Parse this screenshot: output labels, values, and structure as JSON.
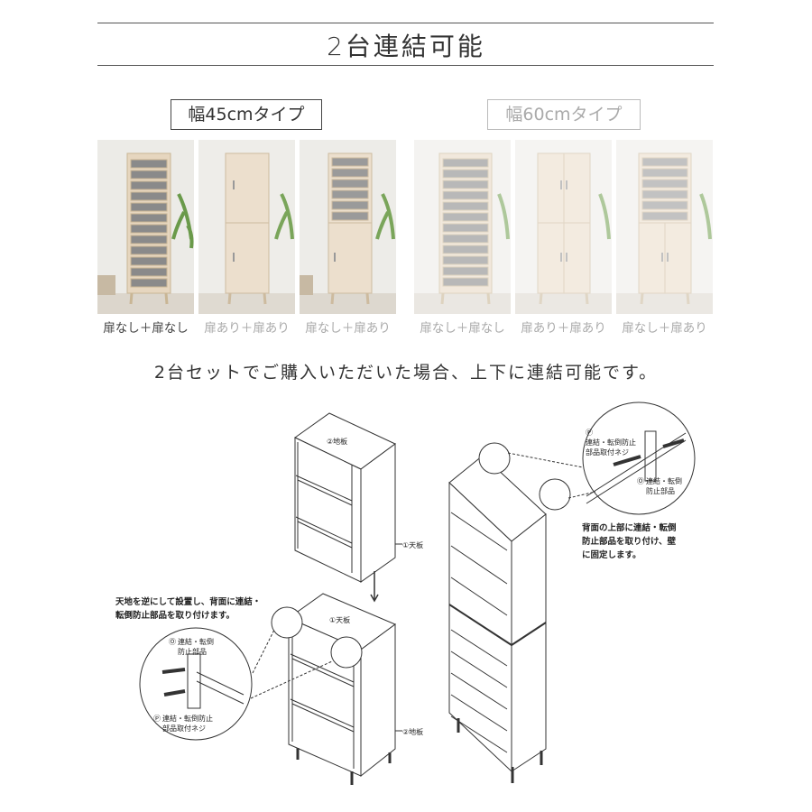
{
  "header": {
    "title": "2台連結可能"
  },
  "types": [
    {
      "label": "幅45cmタイプ"
    },
    {
      "label": "幅60cmタイプ"
    }
  ],
  "captions": [
    "扉なし＋扉なし",
    "扉あり＋扉あり",
    "扉なし＋扉あり",
    "扉なし＋扉なし",
    "扉あり＋扉あり",
    "扉なし＋扉あり"
  ],
  "subtitle": "2台セットでご購入いただいた場合、上下に連結可能です。",
  "diagram": {
    "bottom_plate": "②地板",
    "top_plate": "①天板",
    "note_left_1": "天地を逆にして設置し、背面に連結・",
    "note_left_2": "転倒防止部品を取り付けます。",
    "note_right_1": "背面の上部に連結・転倒",
    "note_right_2": "防止部品を取り付け、壁",
    "note_right_3": "に固定します。",
    "part_o_1": "連結・転倒",
    "part_o_2": "防止部品",
    "part_p_1": "連結・転倒防止",
    "part_p_2": "部品取付ネジ",
    "mark_o": "Ⓞ",
    "mark_p": "Ⓟ"
  },
  "colors": {
    "wood": "#e9dccb",
    "wood_dark": "#cdbb9f",
    "wall": "#ebebe8"
  }
}
